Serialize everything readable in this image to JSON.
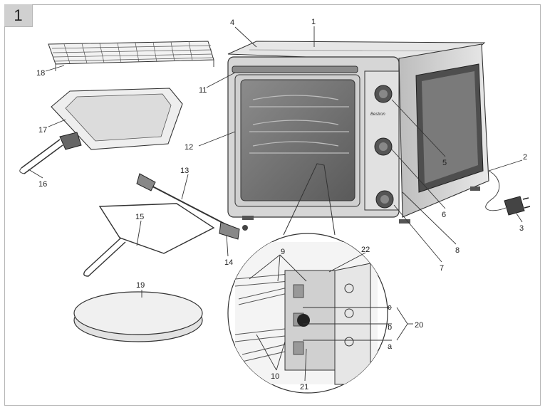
{
  "figure_number": "1",
  "callouts": [
    "1",
    "2",
    "3",
    "4",
    "5",
    "6",
    "7",
    "8",
    "9",
    "10",
    "11",
    "12",
    "13",
    "14",
    "15",
    "16",
    "17",
    "18",
    "19",
    "20",
    "21",
    "22",
    "a",
    "b",
    "c"
  ],
  "brand": "Bestron",
  "colors": {
    "line": "#333333",
    "glass": "#6f6f6f",
    "body": "#d9d9d9",
    "frame": "#b7b7b7",
    "tab": "#d0d0d0"
  }
}
